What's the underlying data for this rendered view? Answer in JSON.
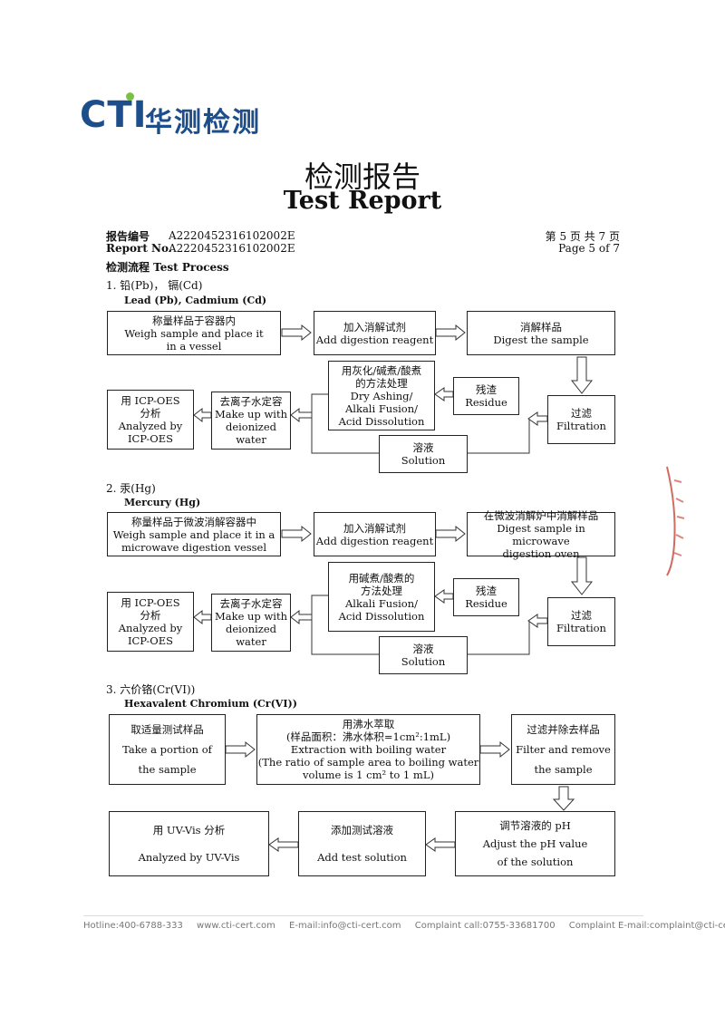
{
  "logo": {
    "text_en": "CTI",
    "text_cn": "华测检测"
  },
  "title": {
    "cn": "检测报告",
    "en": "Test Report"
  },
  "report": {
    "no_label_cn": "报告编号",
    "no_label_en": "Report No.",
    "no_value": "A2220452316102002E",
    "page_cn": "第 5 页   共 7 页",
    "page_en": "Page 5 of 7"
  },
  "process_title": "检测流程 Test Process",
  "sections": {
    "s1": {
      "title": "1.  铅(Pb)，  镉(Cd)",
      "subtitle": "Lead (Pb), Cadmium (Cd)",
      "boxes": {
        "weigh": [
          "称量样品于容器内",
          "Weigh sample and place it",
          "in a vessel"
        ],
        "reagent": [
          "加入消解试剂",
          "Add digestion reagent"
        ],
        "digest": [
          "消解样品",
          "Digest the sample"
        ],
        "method": [
          "用灰化/碱煮/酸煮",
          "的方法处理",
          "Dry Ashing/",
          "Alkali Fusion/",
          "Acid Dissolution"
        ],
        "residue": [
          "残渣",
          "Residue"
        ],
        "filtration": [
          "过滤",
          "Filtration"
        ],
        "solution": [
          "溶液",
          "Solution"
        ],
        "makeup": [
          "去离子水定容",
          "Make up with",
          "deionized water"
        ],
        "icp": [
          "用 ICP-OES",
          "分析",
          "Analyzed by",
          "ICP-OES"
        ]
      }
    },
    "s2": {
      "title": "2.  汞(Hg)",
      "subtitle": "Mercury (Hg)",
      "boxes": {
        "weigh": [
          "称量样品于微波消解容器中",
          "Weigh sample and place it in a",
          "microwave digestion vessel"
        ],
        "reagent": [
          "加入消解试剂",
          "Add digestion reagent"
        ],
        "digest": [
          "在微波消解炉中消解样品",
          "Digest sample in microwave",
          "digestion oven"
        ],
        "method": [
          "用碱煮/酸煮的",
          "方法处理",
          "Alkali Fusion/",
          "Acid Dissolution"
        ],
        "residue": [
          "残渣",
          "Residue"
        ],
        "filtration": [
          "过滤",
          "Filtration"
        ],
        "solution": [
          "溶液",
          "Solution"
        ],
        "makeup": [
          "去离子水定容",
          "Make up with",
          "deionized water"
        ],
        "icp": [
          "用 ICP-OES",
          "分析",
          "Analyzed by",
          "ICP-OES"
        ]
      }
    },
    "s3": {
      "title": "3.  六价铬(Cr(VI))",
      "subtitle": "Hexavalent Chromium (Cr(VI))",
      "boxes": {
        "portion": [
          "取适量测试样品",
          "Take a portion of",
          "the sample"
        ],
        "extract": [
          "用沸水萃取",
          "(样品面积：沸水体积=1cm²:1mL)",
          "Extraction with boiling water",
          "(The ratio of sample area to boiling water",
          "volume is 1 cm² to 1 mL)"
        ],
        "filter": [
          "过滤并除去样品",
          "Filter and remove",
          "the sample"
        ],
        "uvvis": [
          "用 UV-Vis 分析",
          "Analyzed by UV-Vis"
        ],
        "addtest": [
          "添加测试溶液",
          "Add test solution"
        ],
        "ph": [
          "调节溶液的 pH",
          "Adjust the pH value",
          "of the solution"
        ]
      }
    }
  },
  "footer": {
    "hotline": "Hotline:400-6788-333",
    "web": "www.cti-cert.com",
    "email": "E-mail:info@cti-cert.com",
    "complaint": "Complaint call:0755-33681700",
    "complaint_email": "Complaint E-mail:complaint@cti-cert.com"
  },
  "colors": {
    "brand": "#1d4e8c",
    "accent": "#7ac142",
    "stamp": "#c0392b"
  }
}
